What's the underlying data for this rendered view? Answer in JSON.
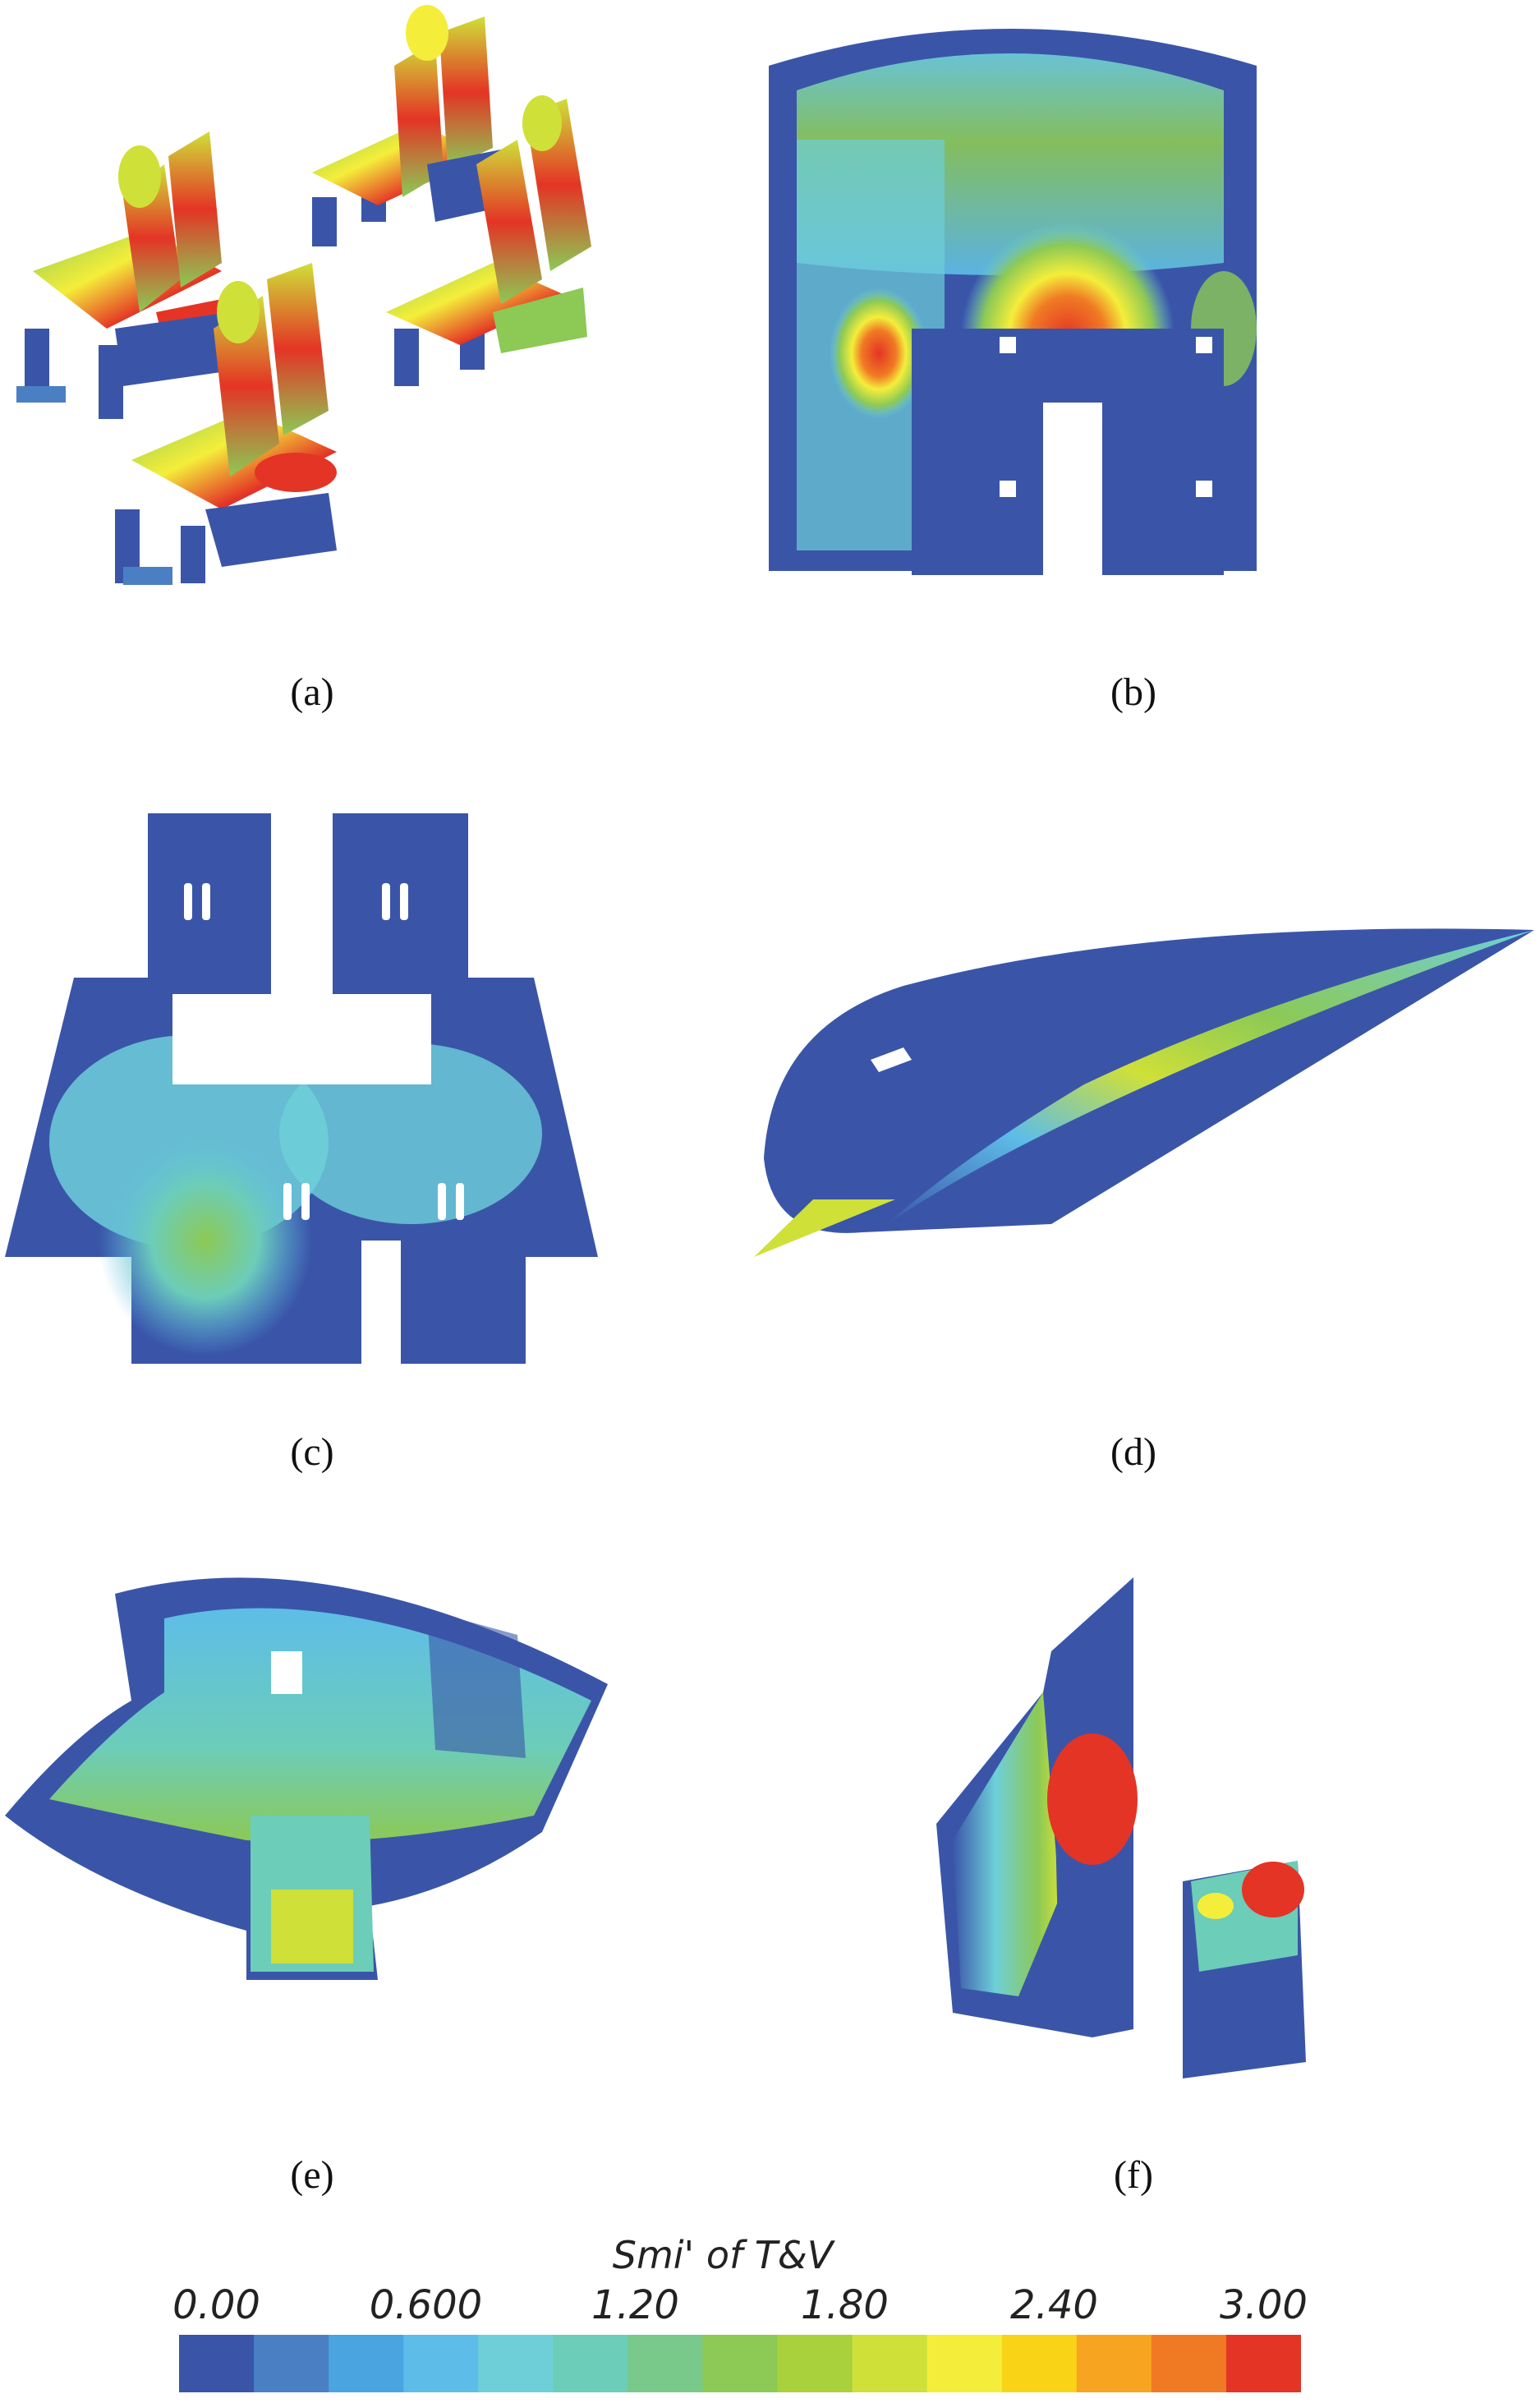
{
  "panels": [
    {
      "id": "a",
      "caption": "(a)"
    },
    {
      "id": "b",
      "caption": "(b)"
    },
    {
      "id": "c",
      "caption": "(c)"
    },
    {
      "id": "d",
      "caption": "(d)"
    },
    {
      "id": "e",
      "caption": "(e)"
    },
    {
      "id": "f",
      "caption": "(f)"
    }
  ],
  "colorbar": {
    "title": "Smi' of T&V",
    "tick_labels": [
      "0.00",
      "0.600",
      "1.20",
      "1.80",
      "2.40",
      "3.00"
    ],
    "min": 0,
    "max": 3,
    "colors": [
      "#3a55a8",
      "#4a7fc4",
      "#4aa4e0",
      "#5ebde8",
      "#6ecfd9",
      "#6ccdb8",
      "#78c98a",
      "#8cc955",
      "#a8d13c",
      "#cfe038",
      "#f4ee3a",
      "#f9d416",
      "#f7a520",
      "#f07a24",
      "#e43425"
    ]
  }
}
